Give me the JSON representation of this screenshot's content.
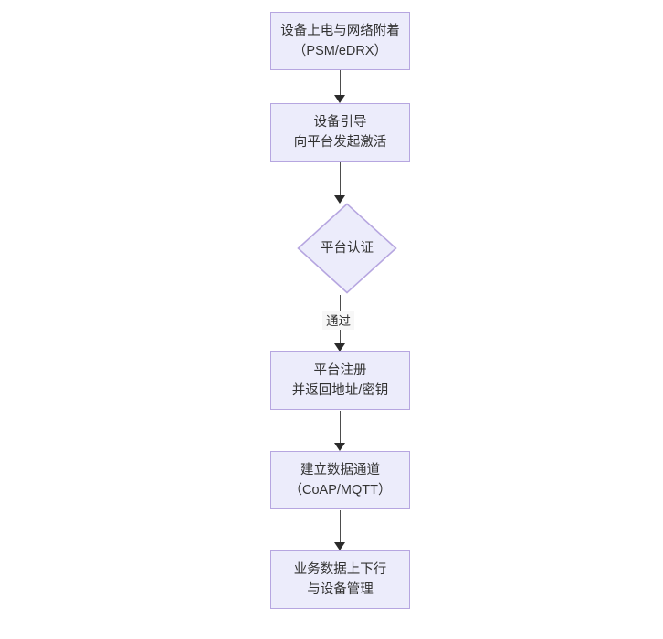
{
  "diagram": {
    "type": "flowchart",
    "orientation": "top-to-bottom",
    "background_color": "#ffffff",
    "node_fill_color": "#ececfb",
    "node_border_color": "#b6a6e0",
    "text_color": "#333333",
    "connector_color": "#4d4d4d",
    "nodes": [
      {
        "id": "node-1",
        "shape": "rectangle",
        "lines": [
          "设备上电与网络附着",
          "（PSM/eDRX）"
        ]
      },
      {
        "id": "node-2",
        "shape": "rectangle",
        "lines": [
          "设备引导",
          "向平台发起激活"
        ]
      },
      {
        "id": "node-3",
        "shape": "diamond",
        "lines": [
          "平台认证"
        ]
      },
      {
        "id": "node-4",
        "shape": "rectangle",
        "lines": [
          "平台注册",
          "并返回地址/密钥"
        ]
      },
      {
        "id": "node-5",
        "shape": "rectangle",
        "lines": [
          "建立数据通道",
          "（CoAP/MQTT）"
        ]
      },
      {
        "id": "node-6",
        "shape": "rectangle",
        "lines": [
          "业务数据上下行",
          "与设备管理"
        ]
      }
    ],
    "edges": [
      {
        "id": "edge-1",
        "from": "node-1",
        "to": "node-2",
        "label": ""
      },
      {
        "id": "edge-2",
        "from": "node-2",
        "to": "node-3",
        "label": ""
      },
      {
        "id": "edge-3",
        "from": "node-3",
        "to": "node-4",
        "label": "通过"
      },
      {
        "id": "edge-4",
        "from": "node-4",
        "to": "node-5",
        "label": ""
      },
      {
        "id": "edge-5",
        "from": "node-5",
        "to": "node-6",
        "label": ""
      }
    ]
  }
}
